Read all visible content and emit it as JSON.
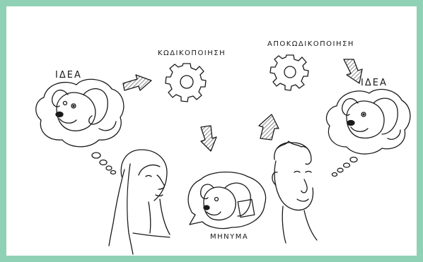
{
  "labels": {
    "idea_left": "ΙΔΕΑ",
    "encoding": "ΚΩΔΙΚΟΠΟΙΗΣΗ",
    "decoding": "ΑΠΟΚΩΔΙΚΟΠΟΙΗΣΗ",
    "idea_right": "ΙΔΕΑ",
    "message": "ΜΗΝΥΜΑ"
  },
  "colors": {
    "frame": "#8fd1b4",
    "ink": "#1a1a1a",
    "arrow_shade": "#9a9a9a"
  }
}
